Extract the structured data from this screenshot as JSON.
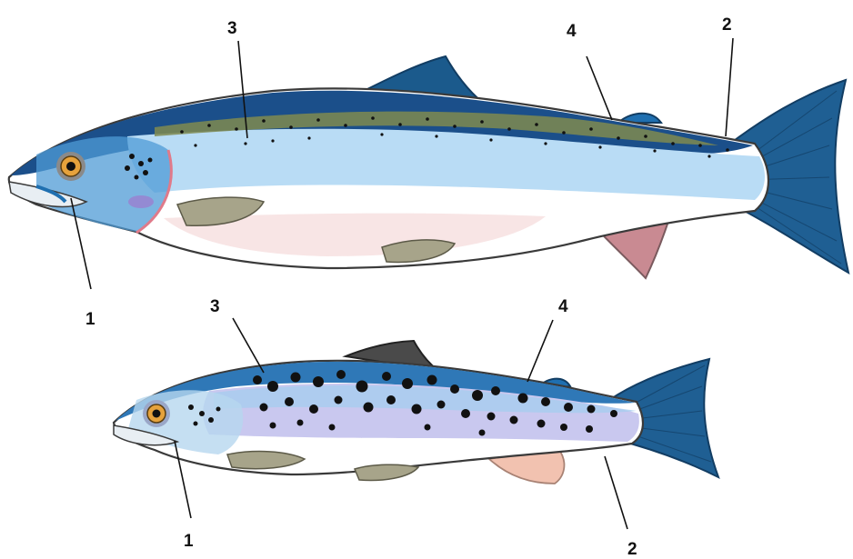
{
  "colors": {
    "back_dark": "#1b4f8a",
    "back_blue": "#2f78b7",
    "flank_light": "#b9dcf5",
    "belly": "#ffffff",
    "belly_pink": "#f6dede",
    "olive_band": "#7f8a4f",
    "pelvic_fin": "#a7a48a",
    "anal_fin": "#c98a92",
    "tail": "#1f5f93",
    "eye_iris": "#e6a23c",
    "spots": "#111111",
    "outline": "#3a3a3a"
  },
  "figures": [
    {
      "id": "upper-fish",
      "labels": [
        "3",
        "4",
        "2",
        "1"
      ]
    },
    {
      "id": "lower-fish",
      "labels": [
        "3",
        "4",
        "1",
        "2"
      ]
    }
  ]
}
